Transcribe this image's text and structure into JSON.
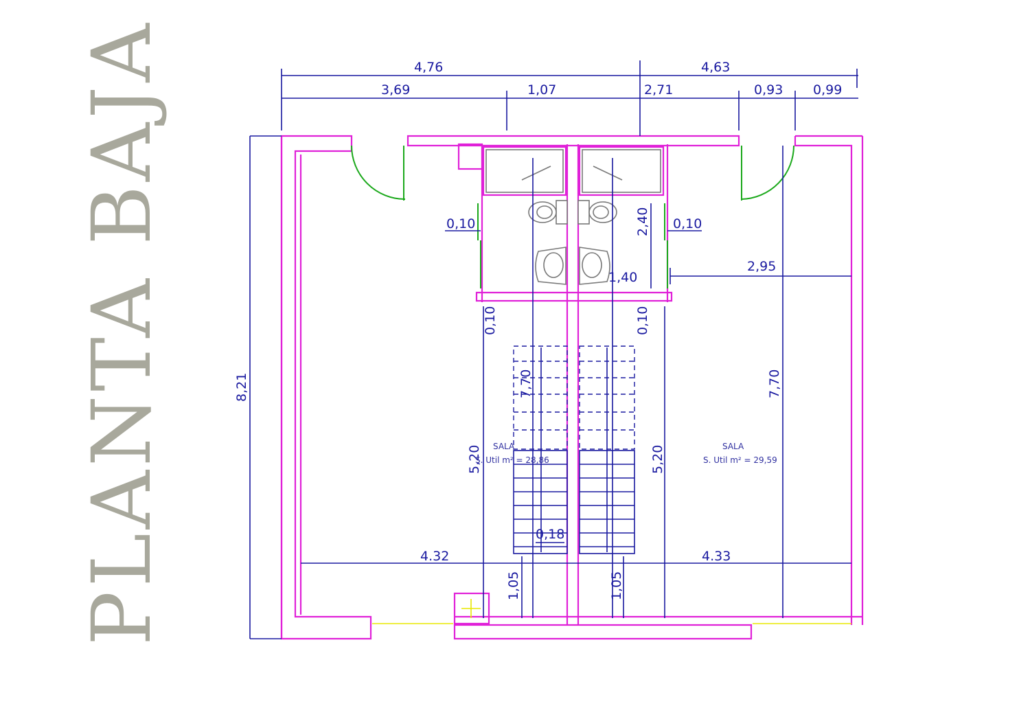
{
  "title": "PLANTA BAJA",
  "colors": {
    "walls": "#e020d8",
    "dimensions": "#1a1aa0",
    "doors": "#1aa81a",
    "title": "#a8a89c",
    "fixtures": "#777777"
  },
  "dimensions": {
    "top_total_left": "4,76",
    "top_total_right": "4,63",
    "top_seg_1": "3,69",
    "top_seg_2": "1,07",
    "top_seg_3": "2,71",
    "top_seg_4": "0,93",
    "top_seg_5": "0,99",
    "overall_height": "8,21",
    "wall_left": "0,10",
    "wall_right": "0,10",
    "bath_height": "2,40",
    "bath_width": "1,40",
    "right_room_width": "2,95",
    "left_vertical_wall": "0,10",
    "right_vertical_wall": "0,10",
    "stair_left_height": "7,70",
    "right_room_height": "7,70",
    "left_depth": "5,20",
    "right_depth": "5,20",
    "stair_gap": "0,18",
    "bottom_left_width": "4.32",
    "bottom_right_width": "4.33",
    "bottom_left_height": "1,05",
    "bottom_right_height": "1,05"
  },
  "rooms": [
    {
      "name": "SALA",
      "area": "S. Util m² = 28,86"
    },
    {
      "name": "SALA",
      "area": "S. Util m² = 29,59"
    }
  ]
}
